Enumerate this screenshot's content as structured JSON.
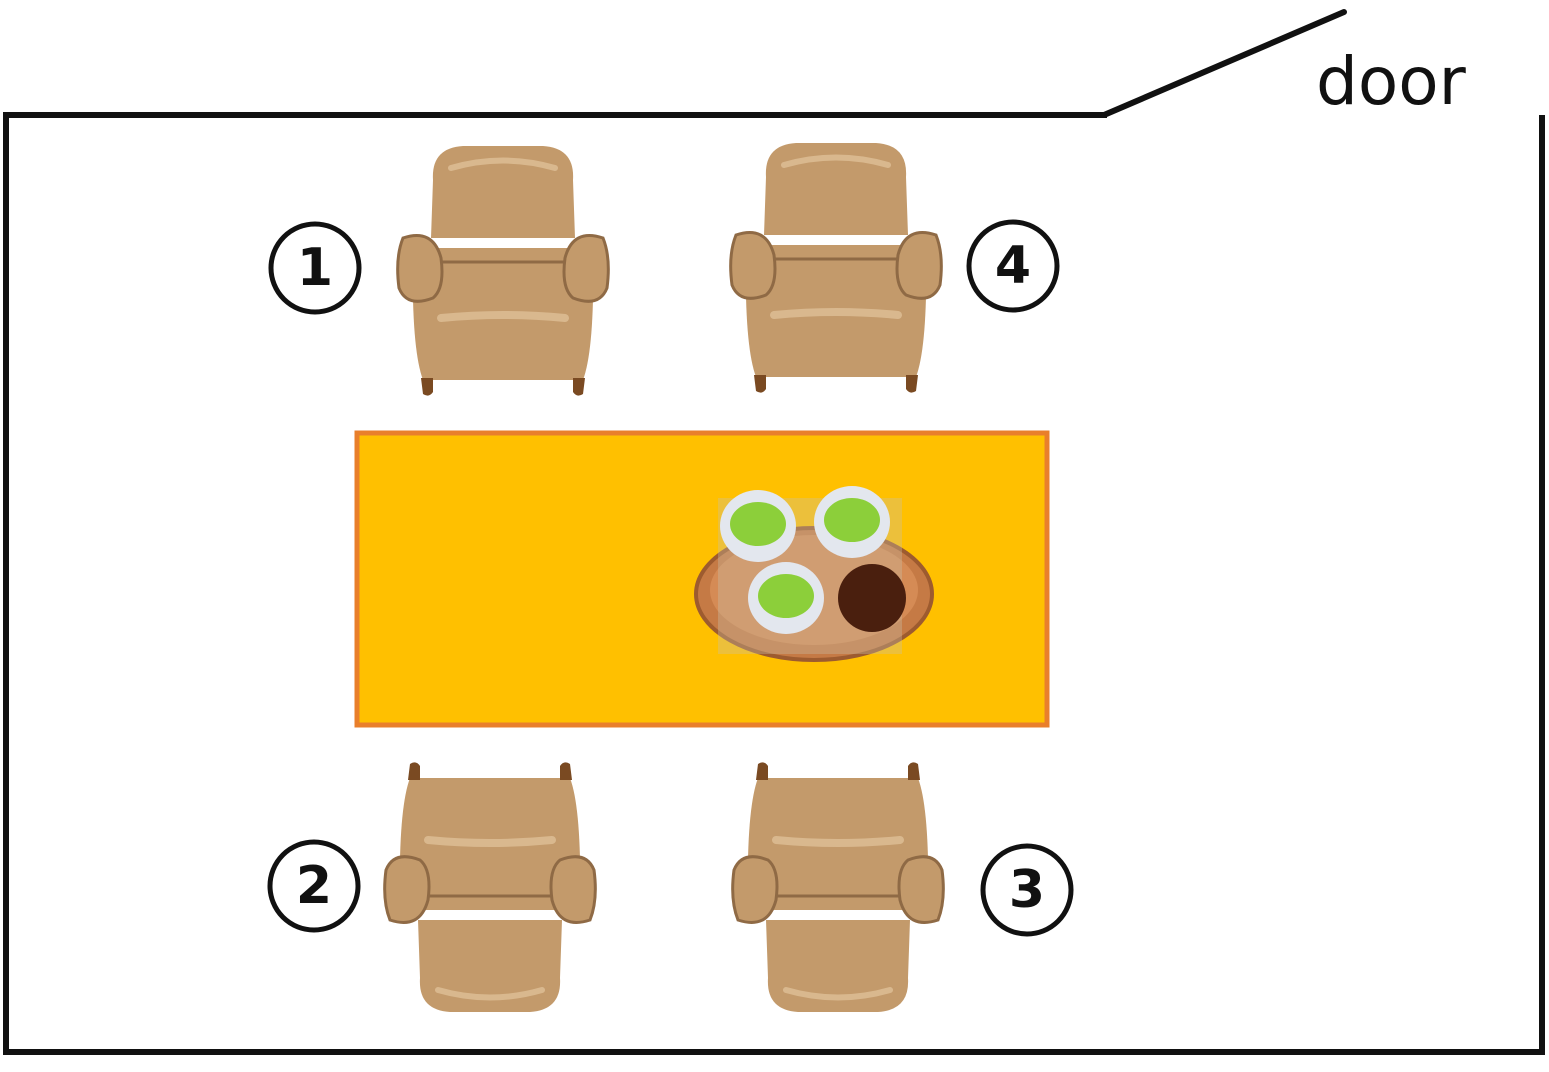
{
  "door_label": "door",
  "seats": [
    {
      "number": "1"
    },
    {
      "number": "2"
    },
    {
      "number": "3"
    },
    {
      "number": "4"
    }
  ],
  "colors": {
    "wall": "#111111",
    "table_fill": "#ffc000",
    "table_border": "#e97f2b",
    "armchair": "#c39a6b",
    "armchair_shade": "#a97e52",
    "armchair_leg": "#7a4a22",
    "tray": "#c57a45",
    "tea": "#8ccf3a",
    "cup": "#dfe3ea",
    "snack": "#4a1f0e"
  },
  "icons": [
    "armchair-icon",
    "tea-tray-icon"
  ]
}
